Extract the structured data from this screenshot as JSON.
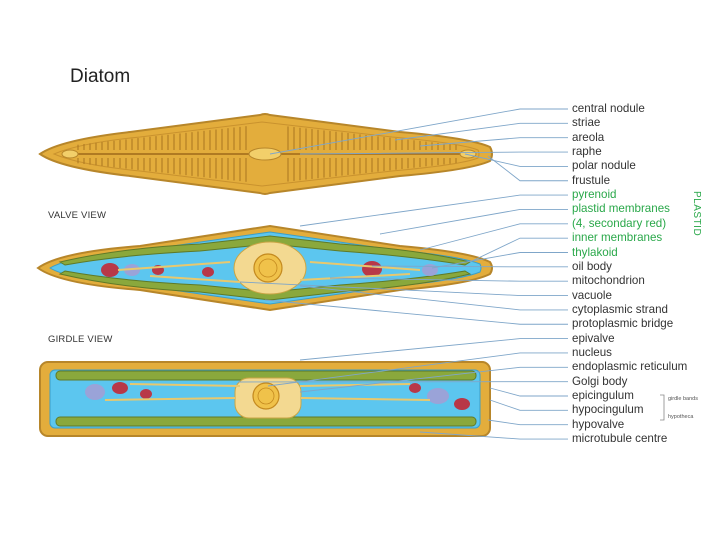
{
  "title": "Diatom",
  "views": {
    "valve": "VALVE VIEW",
    "girdle": "GIRDLE VIEW"
  },
  "labels": [
    {
      "text": "central nodule",
      "color": "#333333"
    },
    {
      "text": "striae",
      "color": "#333333"
    },
    {
      "text": "areola",
      "color": "#333333"
    },
    {
      "text": "raphe",
      "color": "#333333"
    },
    {
      "text": "polar nodule",
      "color": "#333333"
    },
    {
      "text": "frustule",
      "color": "#333333"
    },
    {
      "text": "pyrenoid",
      "color": "#2aa84a"
    },
    {
      "text": "plastid membranes",
      "color": "#2aa84a"
    },
    {
      "text": "(4, secondary red)",
      "color": "#2aa84a"
    },
    {
      "text": "inner membranes",
      "color": "#2aa84a"
    },
    {
      "text": "thylakoid",
      "color": "#2aa84a"
    },
    {
      "text": "oil body",
      "color": "#333333"
    },
    {
      "text": "mitochondrion",
      "color": "#333333"
    },
    {
      "text": "vacuole",
      "color": "#333333"
    },
    {
      "text": "cytoplasmic strand",
      "color": "#333333"
    },
    {
      "text": "protoplasmic bridge",
      "color": "#333333"
    },
    {
      "text": "epivalve",
      "color": "#333333"
    },
    {
      "text": "nucleus",
      "color": "#333333"
    },
    {
      "text": "endoplasmic reticulum",
      "color": "#333333"
    },
    {
      "text": "Golgi body",
      "color": "#333333"
    },
    {
      "text": "epicingulum",
      "color": "#333333"
    },
    {
      "text": "hypocingulum",
      "color": "#333333"
    },
    {
      "text": "hypovalve",
      "color": "#333333"
    },
    {
      "text": "microtubule centre",
      "color": "#333333"
    }
  ],
  "group_label": "PLASTID",
  "bracket_labels": {
    "girdle_bands": "girdle bands",
    "hypotheca": "hypotheca"
  },
  "colors": {
    "shell": "#e3ad3c",
    "shell_dark": "#b7862a",
    "plastid": "#8aa83c",
    "plastid_dark": "#5f7a28",
    "vacuole": "#5cc6ef",
    "cytoplasm": "#f3d991",
    "oil": "#b83848",
    "mito": "#9aa3d8",
    "leader": "#7fa6c9"
  }
}
